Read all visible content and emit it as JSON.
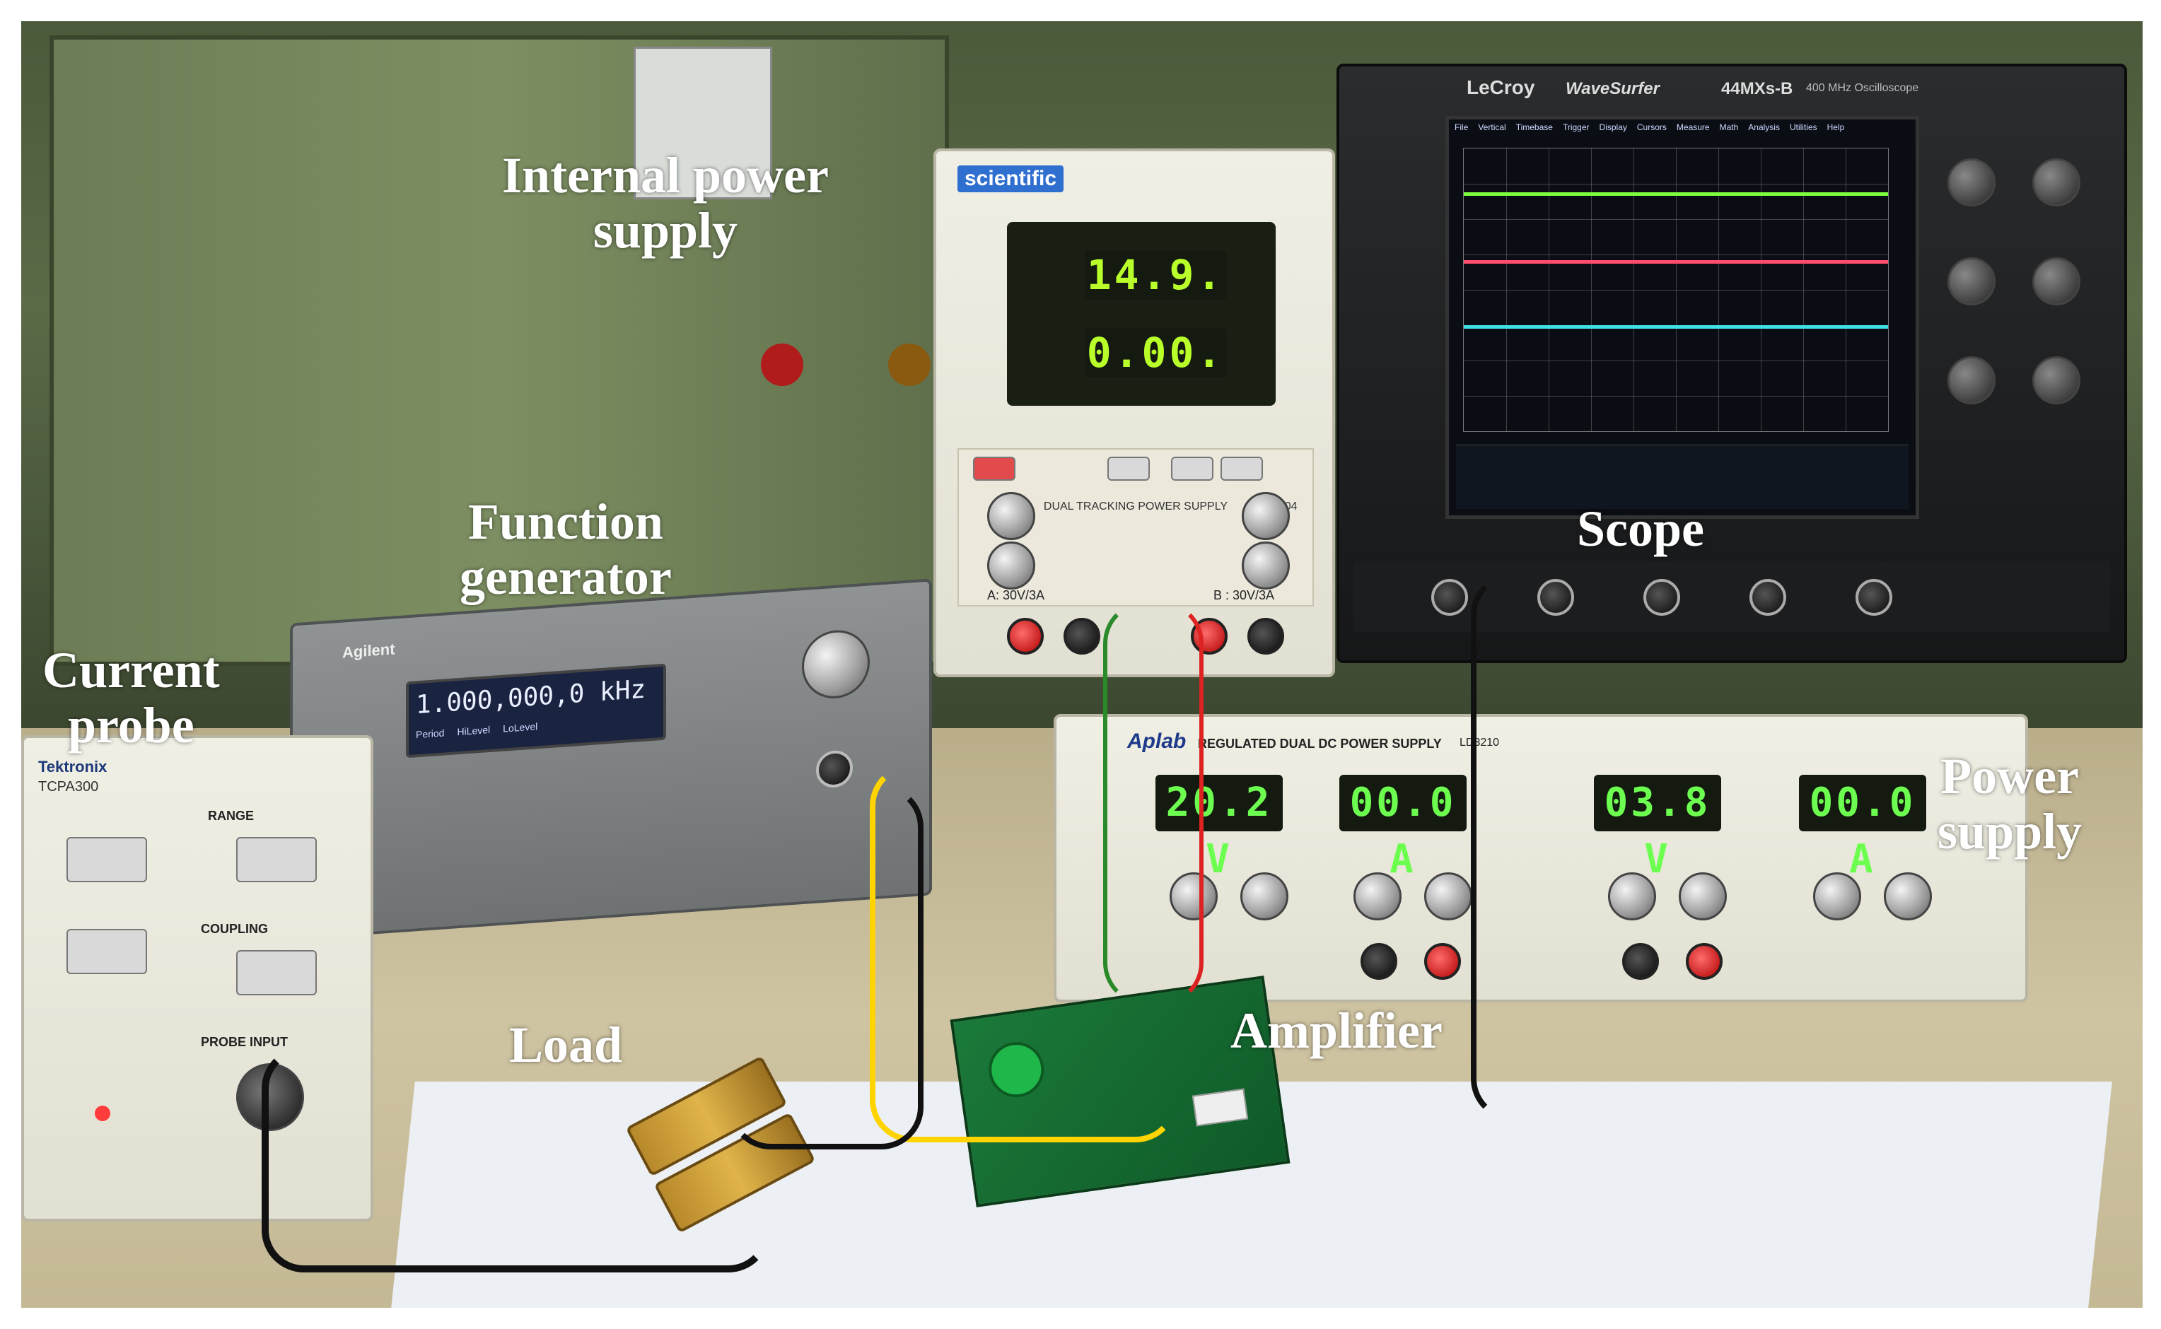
{
  "labels": {
    "internal_power_supply_line1": "Internal power",
    "internal_power_supply_line2": "supply",
    "function_generator_line1": "Function",
    "function_generator_line2": "generator",
    "current_probe_line1": "Current",
    "current_probe_line2": "probe",
    "scope": "Scope",
    "power_supply_line1": "Power",
    "power_supply_line2": "supply",
    "load": "Load",
    "amplifier": "Amplifier"
  },
  "internal_supply": {
    "brand": "scientific",
    "display_top": "14.9.",
    "display_bottom": "0.00.",
    "model": "PSD3204",
    "caption": "DUAL TRACKING POWER SUPPLY",
    "channel_a": "A: 30V/3A",
    "channel_b": "B : 30V/3A"
  },
  "scope_device": {
    "brand": "LeCroy",
    "model_name": "WaveSurfer",
    "model": "44MXs-B",
    "spec": "400 MHz Oscilloscope",
    "menu": [
      "File",
      "Vertical",
      "Timebase",
      "Trigger",
      "Display",
      "Cursors",
      "Measure",
      "Math",
      "Analysis",
      "Utilities",
      "Help"
    ]
  },
  "function_generator_device": {
    "brand": "Agilent",
    "display_value": "1.000,000,0 kHz",
    "softkeys": [
      "Period",
      "HiLevel",
      "LoLevel"
    ]
  },
  "current_probe_device": {
    "brand": "Tektronix",
    "model": "TCPA300",
    "section_range": "RANGE",
    "section_coupling": "COUPLING",
    "section_input": "PROBE INPUT"
  },
  "external_supply": {
    "brand": "Aplab",
    "caption": "REGULATED DUAL DC POWER SUPPLY",
    "model": "LD3210",
    "readouts": [
      "20.2 V",
      "00.0 A",
      "03.8 V",
      "00.0 A"
    ]
  },
  "colors": {
    "trace_green": "#7dff3c",
    "trace_red": "#ff4d6d",
    "trace_cyan": "#3fe0e6",
    "label_text": "#ffffff"
  }
}
